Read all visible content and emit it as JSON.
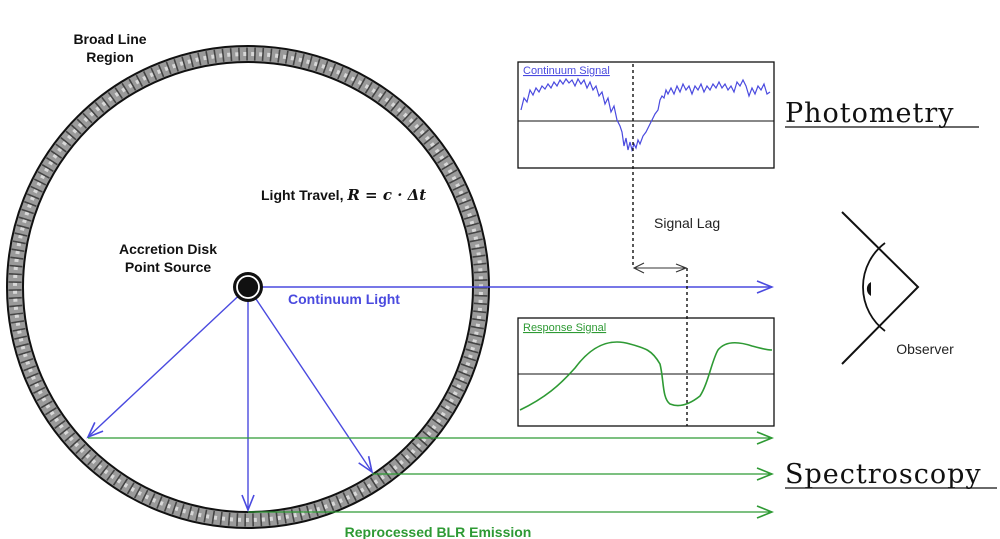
{
  "labels": {
    "blr_region_line1": "Broad Line",
    "blr_region_line2": "Region",
    "accretion_line1": "Accretion Disk",
    "accretion_line2": "Point Source",
    "light_travel_prefix": "Light Travel, ",
    "light_travel_formula": "R = c · Δt",
    "continuum_light": "Continuum Light",
    "continuum_signal": "Continuum Signal",
    "response_signal": "Response Signal",
    "signal_lag": "Signal Lag",
    "photometry": "Photometry",
    "spectroscopy": "Spectroscopy",
    "observer": "Observer",
    "reprocessed_emission": "Reprocessed BLR Emission"
  },
  "colors": {
    "blue": "#4a4adf",
    "green": "#2e9a34",
    "ring": "#9a9a9a",
    "black": "#111111"
  }
}
